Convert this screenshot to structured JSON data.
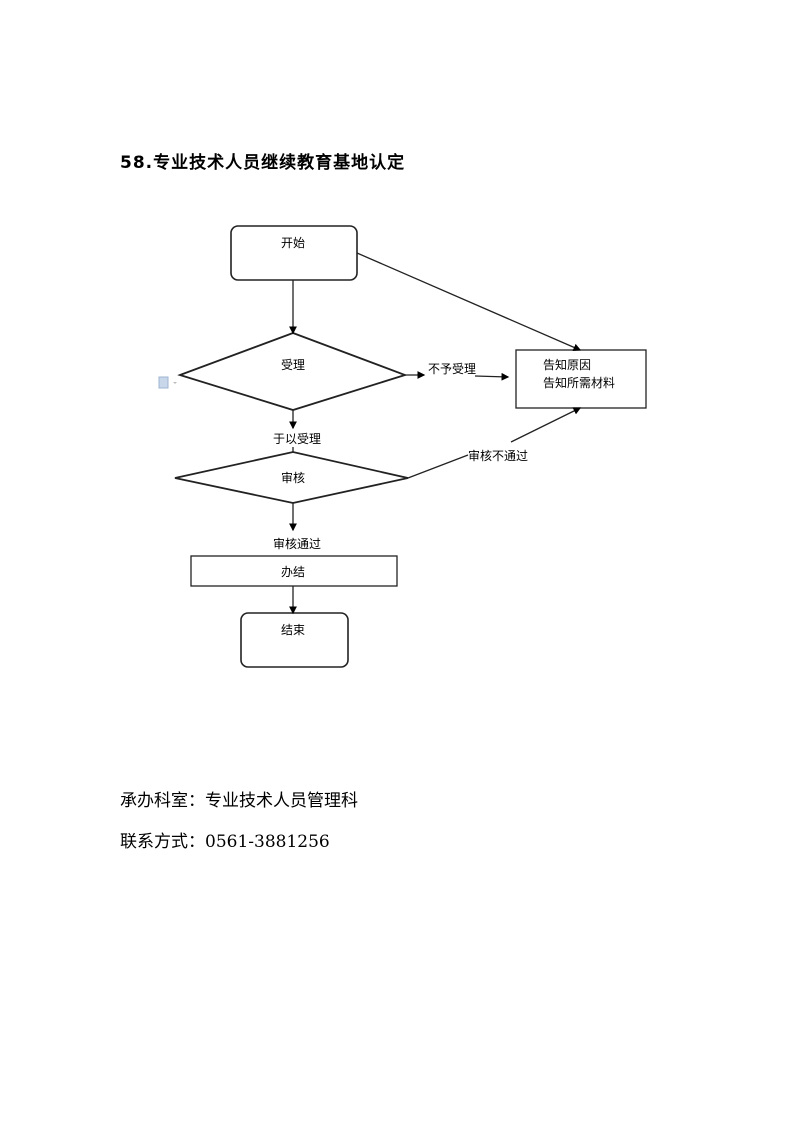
{
  "title": "58.专业技术人员继续教育基地认定",
  "flowchart": {
    "start": "开始",
    "accept": "受理",
    "reject_label": "不予受理",
    "notify_line1": "告知原因",
    "notify_line2": "告知所需材料",
    "accepted_label": "于以受理",
    "review": "审核",
    "review_fail_label": "审核不通过",
    "review_pass_label": "审核通过",
    "handle": "办结",
    "end": "结束"
  },
  "footer": {
    "department": "承办科室：专业技术人员管理科",
    "contact": "联系方式：0561-3881256"
  }
}
